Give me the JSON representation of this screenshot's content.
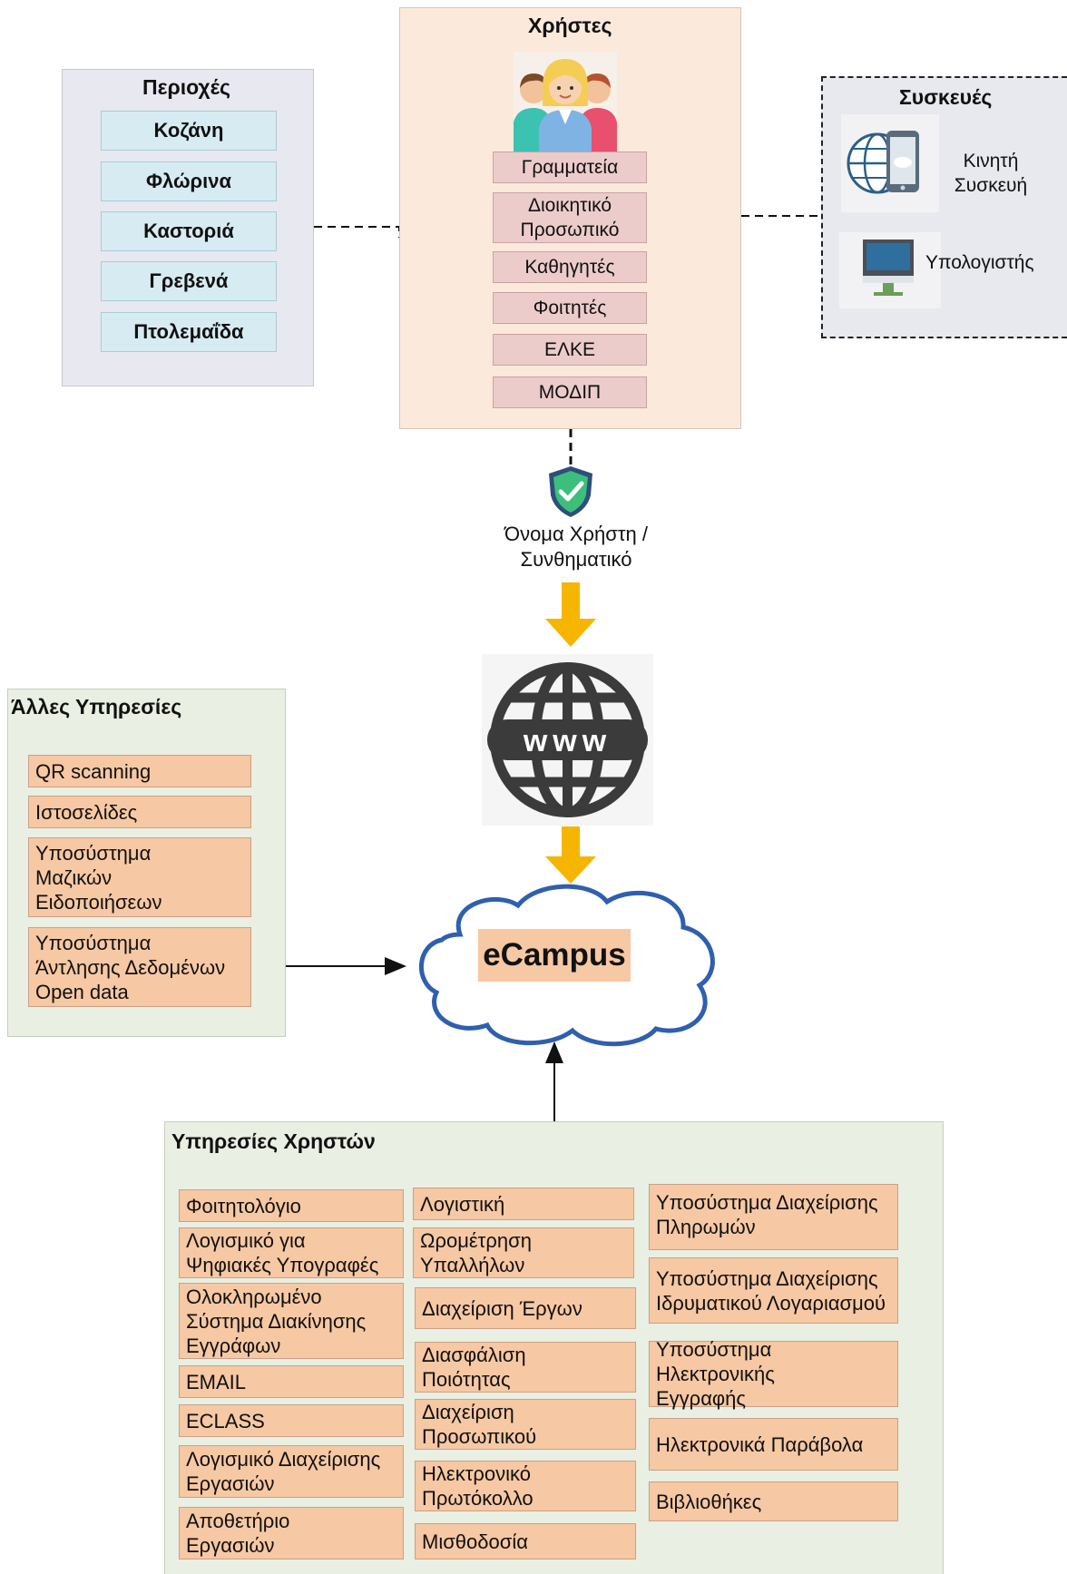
{
  "regions": {
    "title": "Περιοχές",
    "items": [
      "Κοζάνη",
      "Φλώρινα",
      "Καστοριά",
      "Γρεβενά",
      "Πτολεμαΐδα"
    ]
  },
  "users": {
    "title": "Χρήστες",
    "items": [
      "Γραμματεία",
      "Διοικητικό\nΠροσωπικό",
      "Καθηγητές",
      "Φοιτητές",
      "ΕΛΚΕ",
      "ΜΟΔΙΠ"
    ]
  },
  "devices": {
    "title": "Συσκευές",
    "mobile": "Κινητή\nΣυσκευή",
    "computer": "Υπολογιστής"
  },
  "auth": {
    "label": "Όνομα Χρήστη /\nΣυνθηματικό"
  },
  "www": {
    "text": "www"
  },
  "ecampus": {
    "label": "eCampus"
  },
  "other_services": {
    "title": "Άλλες Υπηρεσίες",
    "items": [
      "QR scanning",
      "Ιστοσελίδες",
      "Υποσύστημα\nΜαζικών\nΕιδοποιήσεων",
      "Υποσύστημα\nΆντλησης Δεδομένων\nOpen data"
    ]
  },
  "user_services": {
    "title": "Υπηρεσίες Χρηστών",
    "col1": [
      "Φοιτητολόγιο",
      "Λογισμικό για\nΨηφιακές Υπογραφές",
      "Ολοκληρωμένο\nΣύστημα Διακίνησης\nΕγγράφων",
      "EMAIL",
      "ECLASS",
      "Λογισμικό Διαχείρισης\nΕργασιών",
      "Αποθετήριο\nΕργασιών"
    ],
    "col2": [
      "Λογιστική",
      "Ωρομέτρηση\nΥπαλλήλων",
      "Διαχείριση Έργων",
      "Διασφάλιση\nΠοιότητας",
      "Διαχείριση\nΠροσωπικού",
      "Ηλεκτρονικό\nΠρωτόκολλο",
      "Μισθοδοσία"
    ],
    "col3": [
      "Υποσύστημα Διαχείρισης\nΠληρωμών",
      "Υποσύστημα Διαχείρισης\nΙδρυματικού Λογαριασμού",
      "Υποσύστημα Ηλεκτρονικής\nΕγγραφής",
      "Ηλεκτρονικά Παράβολα",
      "Βιβλιοθήκες"
    ]
  },
  "colors": {
    "region_fill": "#d7ecf2",
    "user_fill": "#eccccb",
    "service_fill": "#f6c8a3",
    "arrow": "#f6b500",
    "cloud_stroke": "#2f5fae"
  }
}
